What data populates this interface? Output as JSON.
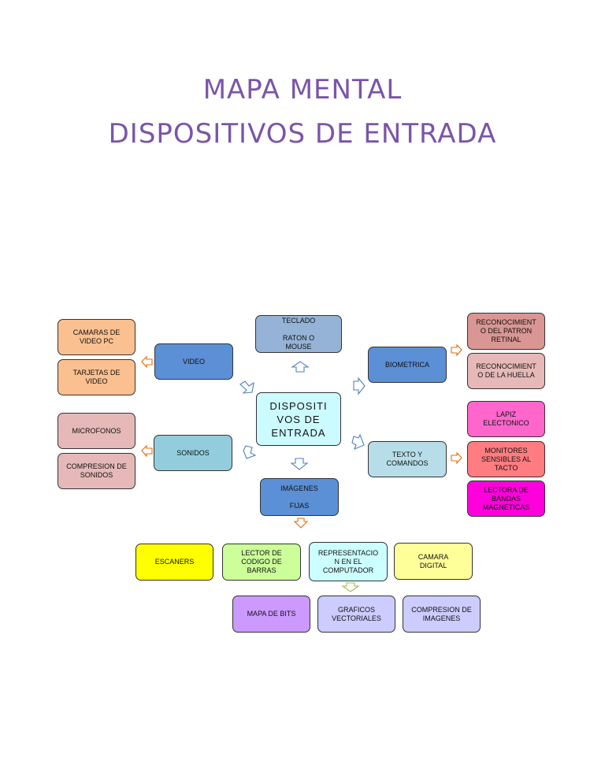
{
  "title": {
    "line1": "MAPA MENTAL",
    "line2": "DISPOSITIVOS DE ENTRADA"
  },
  "center": "DISPOSITI\nVOS DE\nENTRADA",
  "branches": {
    "teclado": "TECLADO\n\nRATON O\nMOUSE",
    "video": "VIDEO",
    "sonidos": "SONIDOS",
    "imagenes": "IMÁGENES\n\nFIJAS",
    "biometrica": "BIOMETRICA",
    "texto": "TEXTO Y\nCOMANDOS"
  },
  "leaves": {
    "camaras_video_pc": "CAMARAS DE\nVIDEO PC",
    "tarjetas_video": "TARJETAS DE\nVIDEO",
    "microfonos": "MICROFONOS",
    "compresion_sonidos": "COMPRESION DE\nSONIDOS",
    "patron_retinal": "RECONOCIMIENT\nO DEL PATRON\nRETINAL",
    "huella": "RECONOCIMIENT\nO DE LA HUELLA",
    "lapiz": "LAPIZ\nELECTONICO",
    "monitores": "MONITORES\nSENSIBLES AL\nTACTO",
    "lectora_bandas": "LECTORA DE\nBANDAS\nMAGNETICAS",
    "escaners": "ESCANERS",
    "codigo_barras": "LECTOR DE\nCODIGO DE\nBARRAS",
    "representacion": "REPRESENTACIO\nN EN EL\nCOMPUTADOR",
    "camara_digital": "CAMARA\nDIGITAL",
    "mapa_bits": "MAPA DE BITS",
    "graficos_vectoriales": "GRAFICOS\nVECTORIALES",
    "compresion_imagenes": "COMPRESION DE\nIMAGENES"
  },
  "colors": {
    "title": "#7b55a8",
    "center": "#ccfbff",
    "blue_branch": "#5b8fd6",
    "light_blue_branch": "#93cddd",
    "teclado": "#95b3d7",
    "orange_leaf": "#fac090",
    "pink_leaf": "#e6b9b8",
    "rose_leaf": "#d99694",
    "magenta_leaf": "#ff66cc",
    "red_leaf": "#ff7c80",
    "fuchsia_leaf": "#ff00dd",
    "yellow_leaf": "#ffff00",
    "lime_leaf": "#ccff99",
    "cyan_leaf": "#ccffff",
    "light_yellow_leaf": "#ffff99",
    "purple_leaf": "#cc99ff",
    "lavender_leaf": "#ccccff",
    "arrow_blue": "#4f81bd",
    "arrow_red": "#e46c0a",
    "arrow_green": "#9bbb59"
  }
}
